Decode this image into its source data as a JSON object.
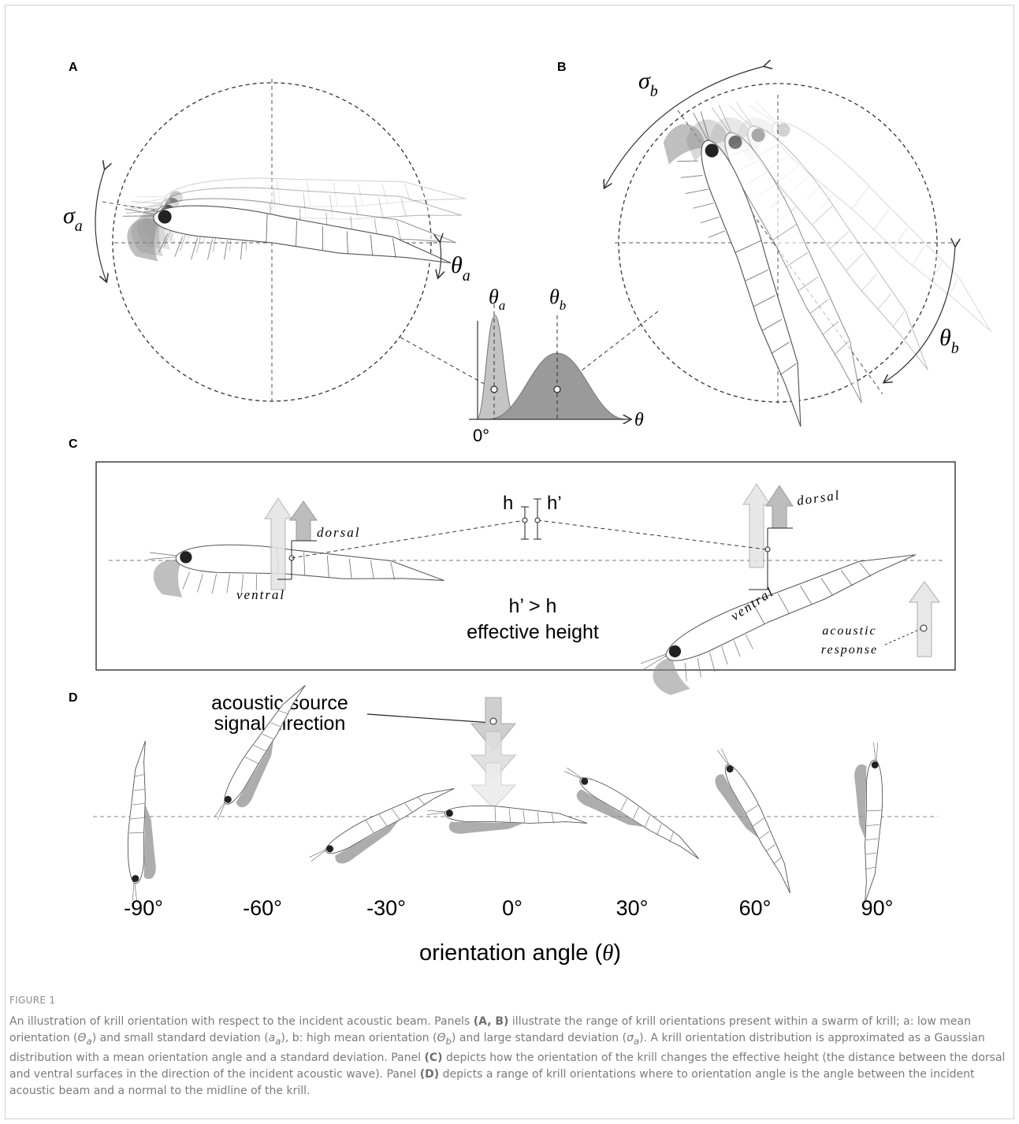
{
  "panels": {
    "a": {
      "label": "A",
      "sigma": "σ",
      "sigma_sub": "a",
      "theta": "θ",
      "theta_sub": "a"
    },
    "b": {
      "label": "B",
      "sigma": "σ",
      "sigma_sub": "b",
      "theta": "θ",
      "theta_sub": "b"
    },
    "c": {
      "label": "C",
      "h": "h",
      "h_prime": "h’",
      "dorsal": "dorsal",
      "ventral": "ventral",
      "relation": "h’ > h",
      "effective_height": "effective height",
      "acoustic_1": "acoustic",
      "acoustic_2": "response"
    },
    "d": {
      "label": "D",
      "source_line1": "acoustic source",
      "source_line2": "signal direction",
      "angles": [
        "-90°",
        "-60°",
        "-30°",
        "0°",
        "30°",
        "60°",
        "90°"
      ],
      "axis_label_prefix": "orientation angle (",
      "axis_label_symbol": "θ",
      "axis_label_suffix": ")"
    }
  },
  "distribution": {
    "zero_label": "0°",
    "theta_label": "θ",
    "peak_a": "θ",
    "peak_a_sub": "a",
    "peak_b": "θ",
    "peak_b_sub": "b"
  },
  "caption": {
    "label": "FIGURE 1",
    "t1": "An illustration of krill orientation with respect to the incident acoustic beam. Panels ",
    "b1": "(A, B)",
    "t2": " illustrate the range of krill orientations present within a swarm of krill; a: low mean orientation (",
    "s1": "Θ",
    "s1sub": "a",
    "t3": ") and small standard deviation (",
    "s2": "a",
    "s2sub": "a",
    "t4": "), b: high mean orientation (",
    "s3": "Θ",
    "s3sub": "b",
    "t5": ") and large standard deviation (",
    "s4": "σ",
    "s4sub": "a",
    "t6": "). A krill orientation distribution is approximated as a Gaussian distribution with a mean orientation angle and a standard deviation. Panel ",
    "b2": "(C)",
    "t7": " depicts how the orientation of the krill changes the effective height (the distance between the dorsal and ventral surfaces in the direction of the incident acoustic wave). Panel ",
    "b3": "(D)",
    "t8": " depicts a range of krill orientations where to orientation angle is the angle between the incident acoustic beam and a normal to the midline of the krill."
  }
}
